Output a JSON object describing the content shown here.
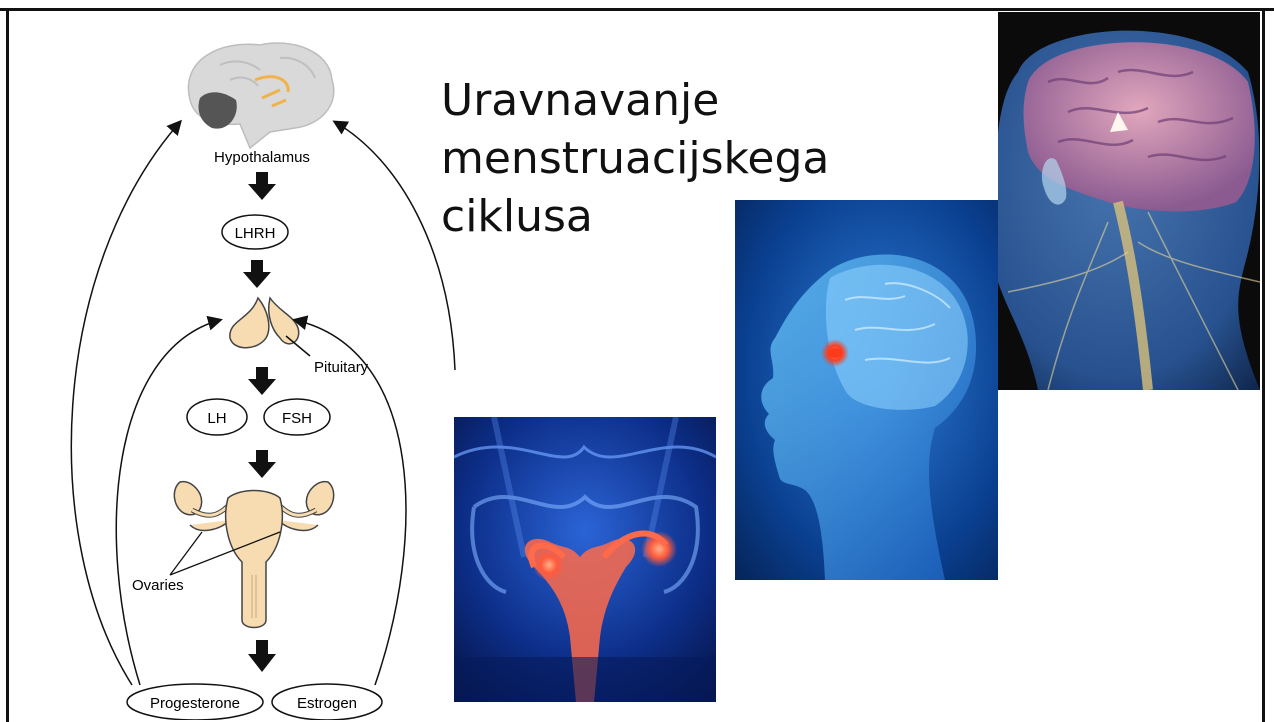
{
  "slide": {
    "title_lines": [
      "Uravnavanje",
      "menstruacijskega",
      "ciklusa"
    ]
  },
  "diagram": {
    "labels": {
      "hypothalamus": "Hypothalamus",
      "lhrh": "LHRH",
      "pituitary": "Pituitary",
      "lh": "LH",
      "fsh": "FSH",
      "ovaries": "Ovaries",
      "progesterone": "Progesterone",
      "estrogen": "Estrogen"
    },
    "colors": {
      "gland_fill": "#f6dcb0",
      "brain_fill": "#d9d9d9",
      "cerebellum_fill": "#555555",
      "arrow": "#111111"
    }
  },
  "images": {
    "pelvis": {
      "subject": "female-reproductive-organs-xray-render",
      "accent": "#ff5a3c"
    },
    "head": {
      "subject": "head-profile-pituitary-render",
      "accent": "#ff3a1a"
    },
    "brain": {
      "subject": "brain-nervous-system-render",
      "accent": "#f3c9cf"
    }
  }
}
